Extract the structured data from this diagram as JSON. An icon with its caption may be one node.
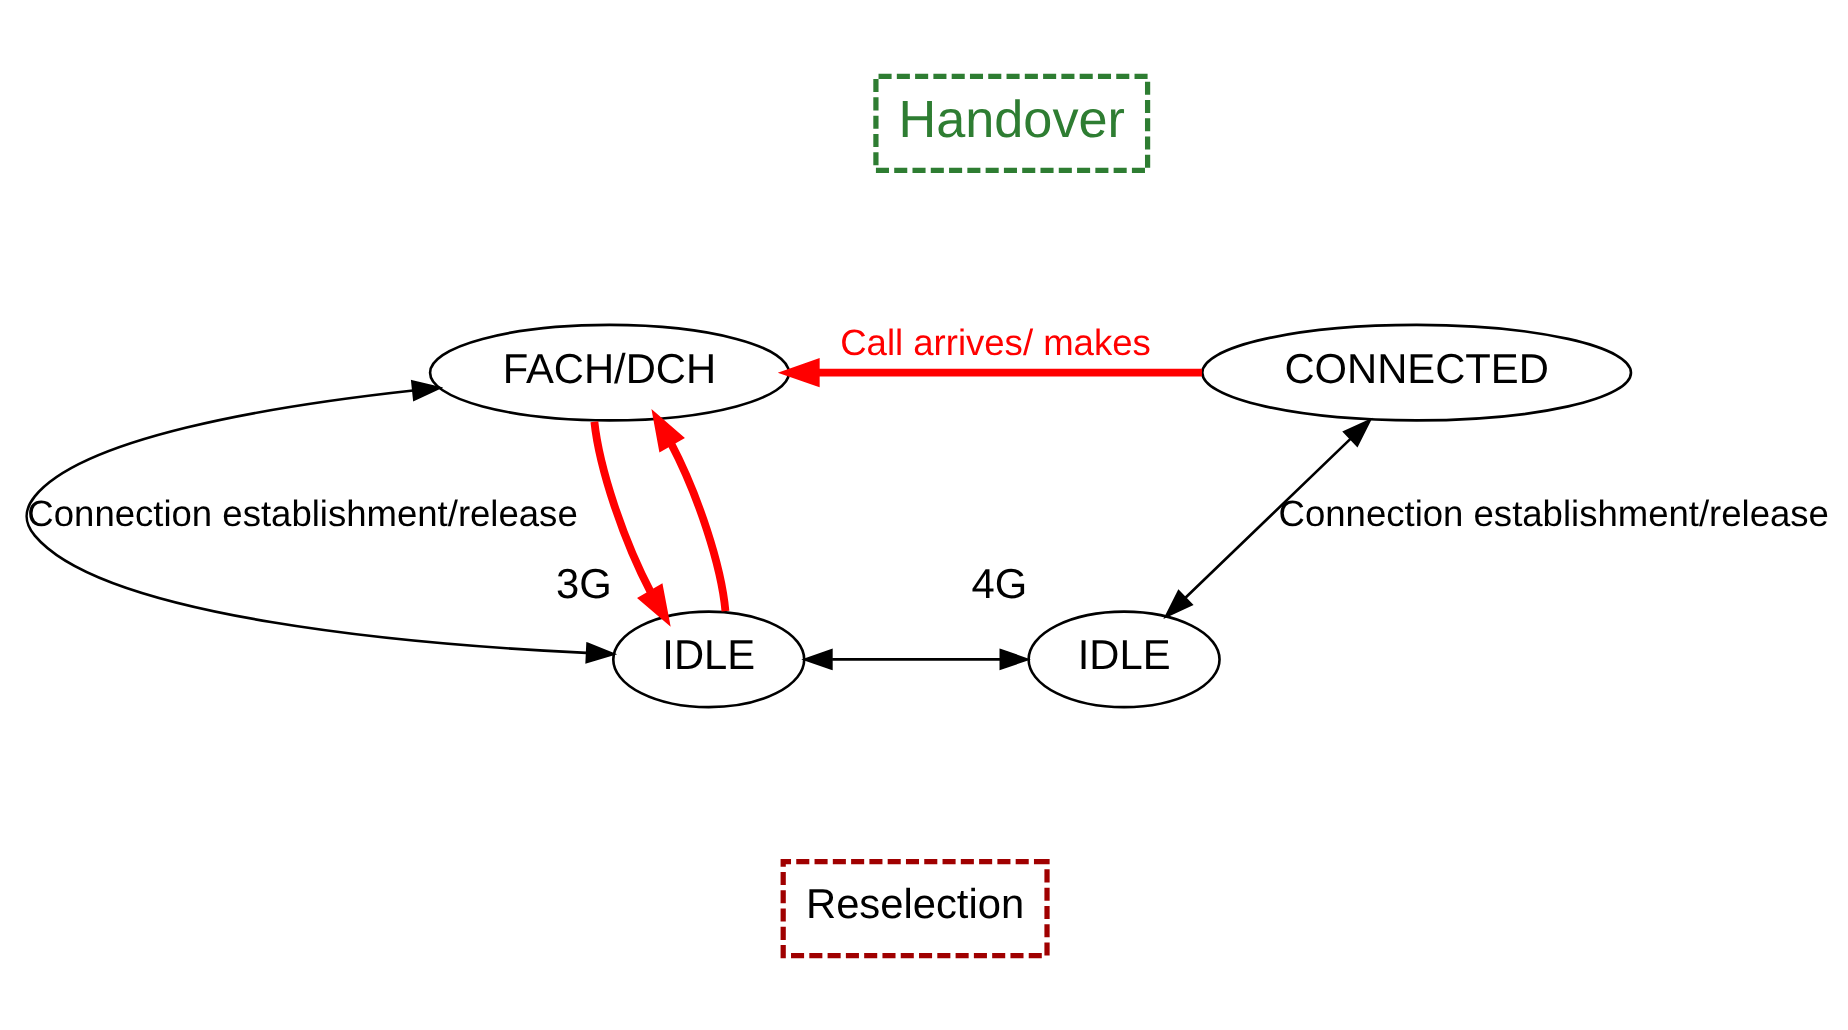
{
  "diagram": {
    "nodes": [
      {
        "text": [
          "Handover"
        ]
      },
      {
        "text": [
          "FACH/DCH"
        ]
      },
      {
        "text": [
          "CONNECTED"
        ]
      },
      {
        "text": [
          "IDLE"
        ],
        "beside": [
          "3G"
        ]
      },
      {
        "text": [
          "IDLE"
        ],
        "beside": [
          "4G"
        ]
      },
      {
        "text": [
          "Reselection"
        ]
      }
    ],
    "edges": [
      {
        "from": 2,
        "to": 1,
        "arrow": "to",
        "label": "Call arrives/ makes",
        "style": "thick",
        "color": "#ff0000"
      },
      {
        "from": 1,
        "to": 3,
        "arrow": "both",
        "label": "Connection establishment/release",
        "color": "#000000"
      },
      {
        "from": 2,
        "to": 4,
        "arrow": "both",
        "label": "Connection establishment/release",
        "color": "#000000"
      },
      {
        "from": 3,
        "to": 4,
        "arrow": "both",
        "color": "#000000"
      },
      {
        "from": 3,
        "to": 1,
        "arrow": "to",
        "style": "thick",
        "color": "#ff0000"
      },
      {
        "from": 1,
        "to": 3,
        "arrow": "to",
        "style": "thick",
        "color": "#ff0000"
      }
    ]
  }
}
